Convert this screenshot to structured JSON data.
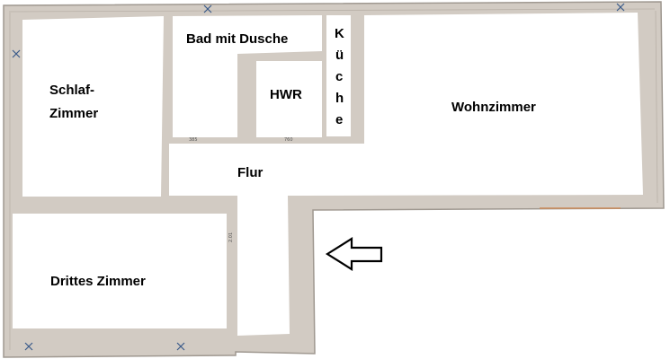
{
  "colors": {
    "wall": "#d2cbc3",
    "wall_edge": "#9f9890",
    "room": "#ffffff",
    "label": "#000000",
    "arrow": "#000000"
  },
  "rooms": {
    "schlafzimmer": {
      "line1": "Schlaf-",
      "line2": "Zimmer"
    },
    "bad": "Bad mit Dusche",
    "hwr": "HWR",
    "kueche": [
      "K",
      "ü",
      "c",
      "h",
      "e"
    ],
    "wohnzimmer": "Wohnzimmer",
    "flur": "Flur",
    "drittes_zimmer": "Drittes Zimmer"
  },
  "dimensions": {
    "hwr_wall": "760",
    "bad_wall": "385",
    "flur_wall": "2.01"
  },
  "icons": {
    "entrance": "entrance-arrow-icon"
  }
}
